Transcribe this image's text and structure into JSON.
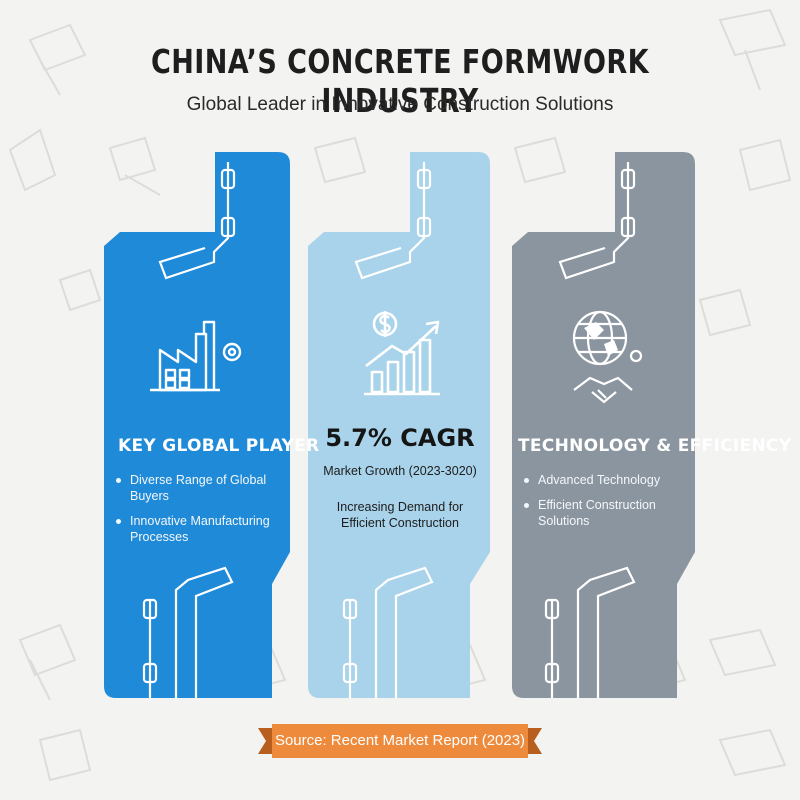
{
  "header": {
    "title": "CHINA’S CONCRETE FORMWORK INDUSTRY",
    "subtitle": "Global Leader in Innovative Construction Solutions"
  },
  "columns": [
    {
      "heading": "KEY GLOBAL PLAYER",
      "bullets": [
        "Diverse Range of Global Buyers",
        "Innovative Manufacturing Processes"
      ],
      "icon": "factory-gear-icon",
      "color": "#1f8ad8"
    },
    {
      "stat": "5.7% CAGR",
      "stat_label": "Market Growth (2023-3020)",
      "description": "Increasing Demand for Efficient Construction",
      "icon": "growth-chart-icon",
      "color": "#a8d3ea"
    },
    {
      "heading": "TECHNOLOGY & EFFICIENCY",
      "bullets": [
        "Advanced Technology",
        "Efficient Construction Solutions"
      ],
      "icon": "globe-handshake-icon",
      "color": "#8b959f"
    }
  ],
  "footer": {
    "source": "Source: Recent Market Report (2023)",
    "ribbon_color": "#ee8a3c"
  }
}
